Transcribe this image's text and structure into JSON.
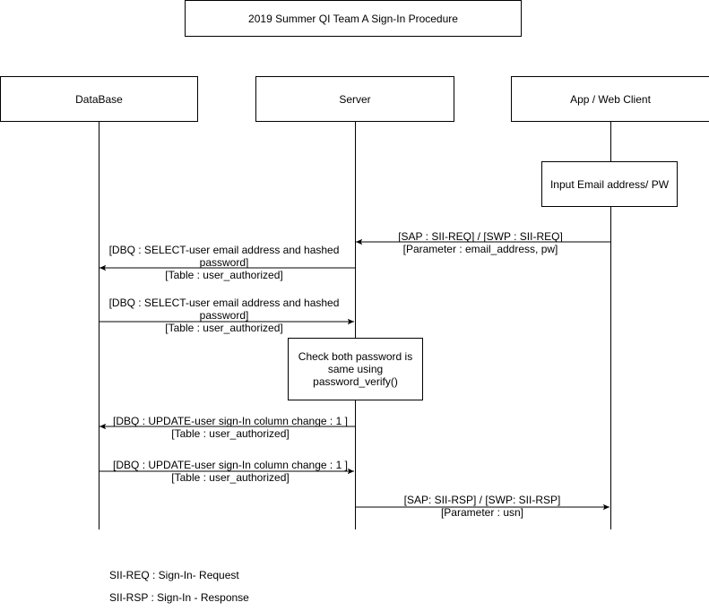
{
  "title": "2019 Summer QI Team A Sign-In Procedure",
  "participants": {
    "database": "DataBase",
    "server": "Server",
    "client": "App / Web Client"
  },
  "notes": {
    "input": "Input Email address/ PW",
    "check": "Check both password is same using password_verify()"
  },
  "messages": [
    {
      "line1": "[SAP : SII-REQ] / [SWP : SII-REQ]",
      "line2": "[Parameter :  email_address, pw]",
      "from": "client",
      "to": "server"
    },
    {
      "line1": "[DBQ : SELECT-user email address and hashed",
      "line2": "password]",
      "line3": "[Table : user_authorized]",
      "from": "server",
      "to": "database"
    },
    {
      "line1": "[DBQ : SELECT-user email address and hashed",
      "line2": "password]",
      "line3": "[Table : user_authorized]",
      "from": "database",
      "to": "server"
    },
    {
      "line1": "[DBQ : UPDATE-user sign-In column change : 1 ]",
      "line2": "[Table : user_authorized]",
      "from": "server",
      "to": "database"
    },
    {
      "line1": "[DBQ : UPDATE-user sign-In column change : 1 ]",
      "line2": "[Table : user_authorized]",
      "from": "database",
      "to": "server"
    },
    {
      "line1": "[SAP: SII-RSP] / [SWP: SII-RSP]",
      "line2": "[Parameter : usn]",
      "from": "server",
      "to": "client"
    }
  ],
  "legend": [
    "SII-REQ : Sign-In- Request",
    "SII-RSP : Sign-In - Response"
  ]
}
